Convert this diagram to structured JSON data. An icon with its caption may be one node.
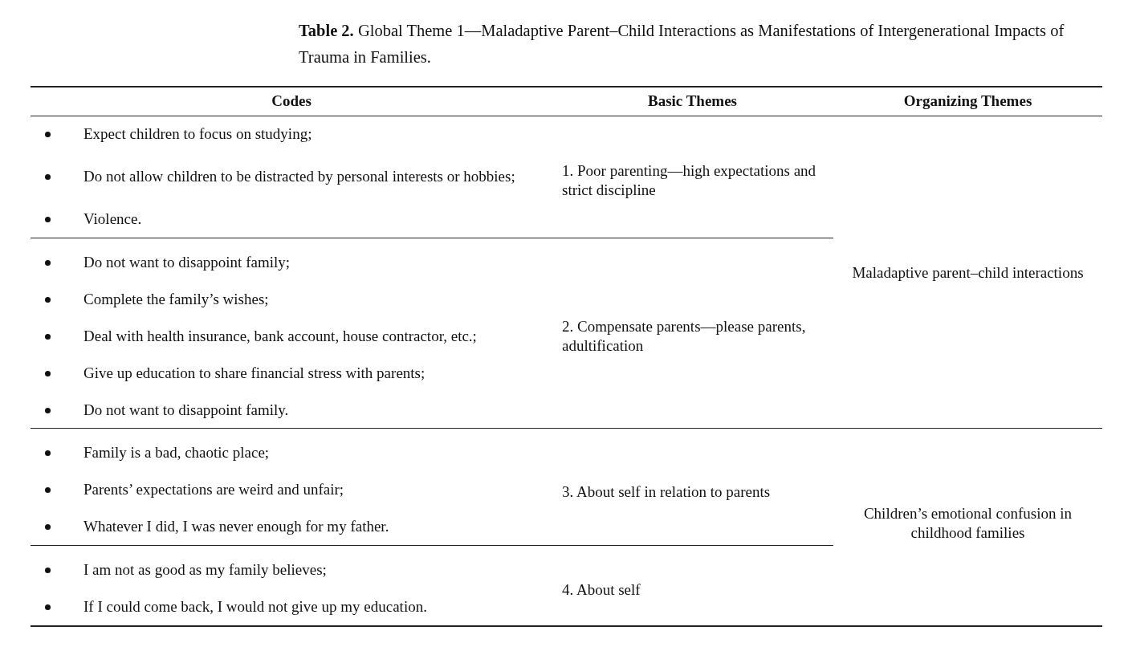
{
  "diagram": {
    "title": "**Table 2.** Global Theme 1—Maladaptive Parent–Child Interactions as Manifestations of Intergenerational Impacts of Trauma in Families.",
    "labels": [
      "Codes",
      "Basic Themes",
      "Organizing Themes",
      "Expect children to focus on studying;",
      "Do not allow children to be distracted by personal interests or hobbies;",
      "Violence.",
      "1. Poor parenting—high expectations and strict discipline",
      "Maladaptive parent–child interactions",
      "Do not want to disappoint family;",
      "Complete the family’s wishes;",
      "Deal with health insurance, bank account, house contractor, etc.;",
      "Give up education to share financial stress with parents;",
      "Do not want to disappoint family.",
      "2. Compensate parents—please parents, adultification",
      "Family is a bad, chaotic place;",
      "Parents’ expectations are weird and unfair;",
      "Whatever I did, I was never enough for my father.",
      "3. About self in relation to parents",
      "Children’s emotional confusion in childhood families",
      "I am not as good as my family believes;",
      "If I could come back, I would not give up my education.",
      "4. About self"
    ]
  }
}
